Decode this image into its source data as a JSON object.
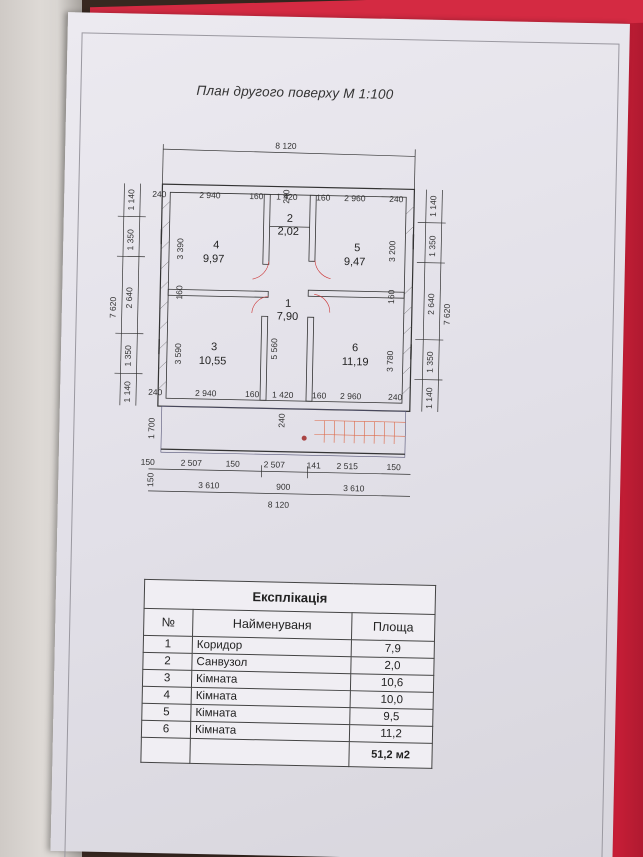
{
  "title": "План другого поверху  М 1:100",
  "plan": {
    "overall_width": "8 120",
    "overall_height": "7 620",
    "rooms": [
      {
        "num": "1",
        "area": "7,90"
      },
      {
        "num": "2",
        "area": "2,02"
      },
      {
        "num": "3",
        "area": "10,55"
      },
      {
        "num": "4",
        "area": "9,97"
      },
      {
        "num": "5",
        "area": "9,47"
      },
      {
        "num": "6",
        "area": "11,19"
      }
    ],
    "dims_top": [
      "240",
      "2 940",
      "160",
      "1 420",
      "160",
      "2 960",
      "240"
    ],
    "dims_bottom_row": [
      "240",
      "2 940",
      "160",
      "1 420",
      "160",
      "2 960",
      "240"
    ],
    "dims_left": [
      "1 140",
      "1 350",
      "2 640",
      "1 350",
      "1 140"
    ],
    "dims_right": [
      "1 140",
      "1 350",
      "2 640",
      "1 350",
      "1 140"
    ],
    "dims_inner": [
      "3 390",
      "3 590",
      "5 560",
      "3 200",
      "3 780",
      "160",
      "160",
      "240",
      "240"
    ],
    "balcony_dims": [
      "150",
      "2 507",
      "150",
      "2 507",
      "141",
      "2 515",
      "150"
    ],
    "balcony_side": [
      "1 700",
      "150"
    ],
    "bottom_dims": [
      "3 610",
      "900",
      "3 610"
    ]
  },
  "explication": {
    "caption": "Експлікація",
    "headers": [
      "№",
      "Найменуваня",
      "Площа"
    ],
    "rows": [
      {
        "num": "1",
        "name": "Коридор",
        "area": "7,9"
      },
      {
        "num": "2",
        "name": "Санвузол",
        "area": "2,0"
      },
      {
        "num": "3",
        "name": "Кімната",
        "area": "10,6"
      },
      {
        "num": "4",
        "name": "Кімната",
        "area": "10,0"
      },
      {
        "num": "5",
        "name": "Кімната",
        "area": "9,5"
      },
      {
        "num": "6",
        "name": "Кімната",
        "area": "11,2"
      }
    ],
    "total": "51,2 м2"
  }
}
